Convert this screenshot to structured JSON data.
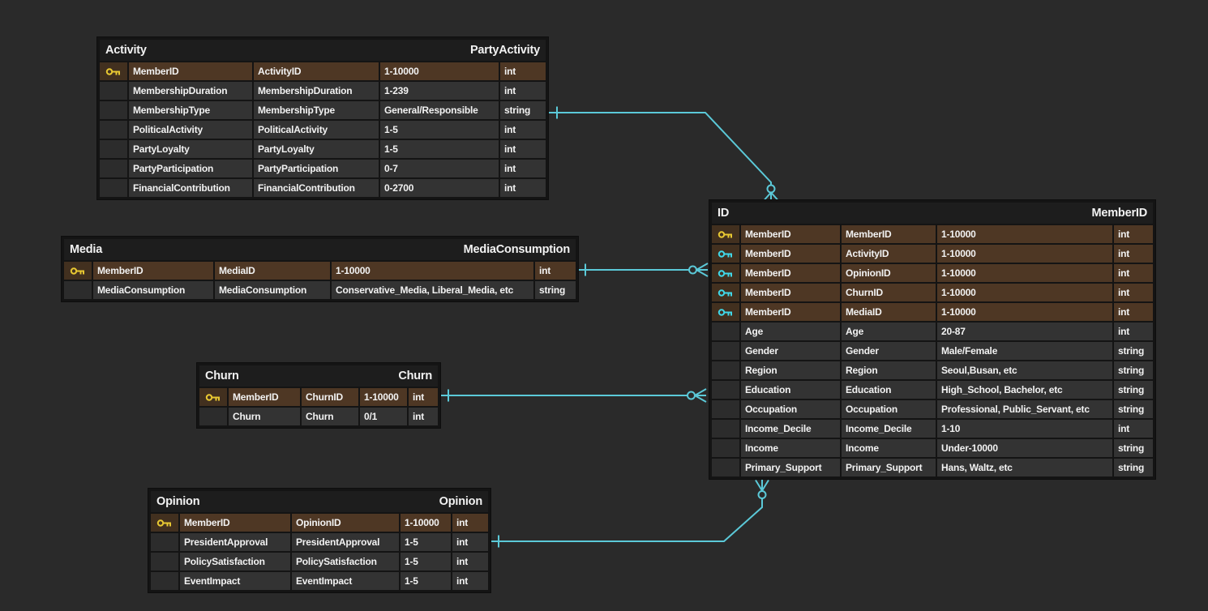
{
  "app": {
    "view": "er-diagram"
  },
  "colors": {
    "background": "#2a2a2a",
    "table_backdrop": "#141414",
    "table_header_bg": "#1d1d1d",
    "row_bg": "#333333",
    "key_cell_bg": "#2c2c2c",
    "pk_row_bg": "#4e3724",
    "pk_key_cell_bg": "#42301f",
    "text": "#f2f2f2",
    "connector": "#5bc9d8",
    "primary_key_icon": "#e8c832",
    "foreign_key_icon": "#40d8e8"
  },
  "tables": [
    {
      "id": "activity",
      "logical_name": "Activity",
      "physical_name": "PartyActivity",
      "rows": [
        {
          "key": "primary",
          "name": "MemberID",
          "domain": "ActivityID",
          "range": "1-10000",
          "type": "int"
        },
        {
          "key": null,
          "name": "MembershipDuration",
          "domain": "MembershipDuration",
          "range": "1-239",
          "type": "int"
        },
        {
          "key": null,
          "name": "MembershipType",
          "domain": "MembershipType",
          "range": "General/Responsible",
          "type": "string"
        },
        {
          "key": null,
          "name": "PoliticalActivity",
          "domain": "PoliticalActivity",
          "range": "1-5",
          "type": "int"
        },
        {
          "key": null,
          "name": "PartyLoyalty",
          "domain": "PartyLoyalty",
          "range": "1-5",
          "type": "int"
        },
        {
          "key": null,
          "name": "PartyParticipation",
          "domain": "PartyParticipation",
          "range": "0-7",
          "type": "int"
        },
        {
          "key": null,
          "name": "FinancialContribution",
          "domain": "FinancialContribution",
          "range": "0-2700",
          "type": "int"
        }
      ]
    },
    {
      "id": "media",
      "logical_name": "Media",
      "physical_name": "MediaConsumption",
      "rows": [
        {
          "key": "primary",
          "name": "MemberID",
          "domain": "MediaID",
          "range": "1-10000",
          "type": "int"
        },
        {
          "key": null,
          "name": "MediaConsumption",
          "domain": "MediaConsumption",
          "range": "Conservative_Media, Liberal_Media, etc",
          "type": "string"
        }
      ]
    },
    {
      "id": "churn",
      "logical_name": "Churn",
      "physical_name": "Churn",
      "rows": [
        {
          "key": "primary",
          "name": "MemberID",
          "domain": "ChurnID",
          "range": "1-10000",
          "type": "int"
        },
        {
          "key": null,
          "name": "Churn",
          "domain": "Churn",
          "range": "0/1",
          "type": "int"
        }
      ]
    },
    {
      "id": "opinion",
      "logical_name": "Opinion",
      "physical_name": "Opinion",
      "rows": [
        {
          "key": "primary",
          "name": "MemberID",
          "domain": "OpinionID",
          "range": "1-10000",
          "type": "int"
        },
        {
          "key": null,
          "name": "PresidentApproval",
          "domain": "PresidentApproval",
          "range": "1-5",
          "type": "int"
        },
        {
          "key": null,
          "name": "PolicySatisfaction",
          "domain": "PolicySatisfaction",
          "range": "1-5",
          "type": "int"
        },
        {
          "key": null,
          "name": "EventImpact",
          "domain": "EventImpact",
          "range": "1-5",
          "type": "int"
        }
      ]
    },
    {
      "id": "id",
      "logical_name": "ID",
      "physical_name": "MemberID",
      "rows": [
        {
          "key": "primary",
          "name": "MemberID",
          "domain": "MemberID",
          "range": "1-10000",
          "type": "int"
        },
        {
          "key": "foreign",
          "name": "MemberID",
          "domain": "ActivityID",
          "range": "1-10000",
          "type": "int"
        },
        {
          "key": "foreign",
          "name": "MemberID",
          "domain": "OpinionID",
          "range": "1-10000",
          "type": "int"
        },
        {
          "key": "foreign",
          "name": "MemberID",
          "domain": "ChurnID",
          "range": "1-10000",
          "type": "int"
        },
        {
          "key": "foreign",
          "name": "MemberID",
          "domain": "MediaID",
          "range": "1-10000",
          "type": "int"
        },
        {
          "key": null,
          "name": "Age",
          "domain": "Age",
          "range": "20-87",
          "type": "int"
        },
        {
          "key": null,
          "name": "Gender",
          "domain": "Gender",
          "range": "Male/Female",
          "type": "string"
        },
        {
          "key": null,
          "name": "Region",
          "domain": "Region",
          "range": "Seoul,Busan, etc",
          "type": "string"
        },
        {
          "key": null,
          "name": "Education",
          "domain": "Education",
          "range": "High_School, Bachelor, etc",
          "type": "string"
        },
        {
          "key": null,
          "name": "Occupation",
          "domain": "Occupation",
          "range": "Professional, Public_Servant, etc",
          "type": "string"
        },
        {
          "key": null,
          "name": "Income_Decile",
          "domain": "Income_Decile",
          "range": "1-10",
          "type": "int"
        },
        {
          "key": null,
          "name": "Income",
          "domain": "Income",
          "range": "Under-10000",
          "type": "string"
        },
        {
          "key": null,
          "name": "Primary_Support",
          "domain": "Primary_Support",
          "range": "Hans, Waltz, etc",
          "type": "string"
        }
      ]
    }
  ],
  "relationships": [
    {
      "from_table": "Activity",
      "to_table": "ID",
      "from_cardinality": "one",
      "to_cardinality": "zero-or-many"
    },
    {
      "from_table": "Media",
      "to_table": "ID",
      "from_cardinality": "one",
      "to_cardinality": "zero-or-many"
    },
    {
      "from_table": "Churn",
      "to_table": "ID",
      "from_cardinality": "one",
      "to_cardinality": "zero-or-many"
    },
    {
      "from_table": "Opinion",
      "to_table": "ID",
      "from_cardinality": "one",
      "to_cardinality": "zero-or-many"
    }
  ]
}
